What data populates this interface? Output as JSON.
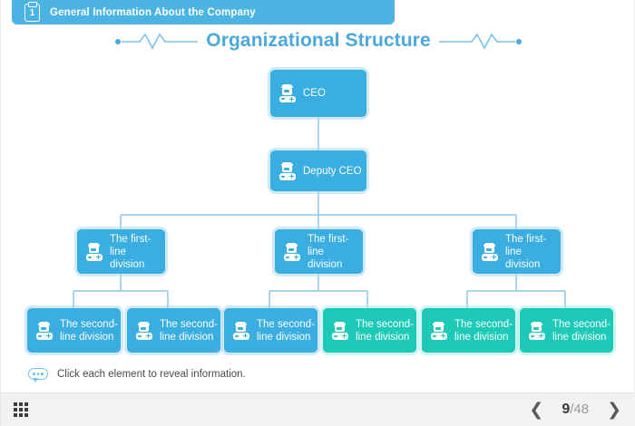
{
  "header": {
    "badge_number": "1",
    "badge_icon": "clipboard-icon",
    "title": "General Information About the Company",
    "color": "#4bb4e2"
  },
  "slide": {
    "title": "Organizational Structure",
    "title_color": "#4aa8dd"
  },
  "colors": {
    "blue": "#3aaee0",
    "teal": "#1dc9b7",
    "connector": "#8cc9e6",
    "bottom_bar": "#f2f2f2"
  },
  "org_chart": {
    "levels": [
      {
        "name": "ceo-level",
        "nodes": [
          {
            "id": "ceo",
            "label": "CEO",
            "color": "blue",
            "icon": "person-icon"
          }
        ]
      },
      {
        "name": "deputy-level",
        "nodes": [
          {
            "id": "deputy-ceo",
            "label": "Deputy CEO",
            "color": "blue",
            "icon": "person-icon"
          }
        ]
      },
      {
        "name": "first-line-level",
        "nodes": [
          {
            "id": "first-line-1",
            "label": "The first-line\ndivision",
            "color": "blue",
            "icon": "person-icon"
          },
          {
            "id": "first-line-2",
            "label": "The first-line\ndivision",
            "color": "blue",
            "icon": "person-icon"
          },
          {
            "id": "first-line-3",
            "label": "The first-line\ndivision",
            "color": "blue",
            "icon": "person-icon"
          }
        ]
      },
      {
        "name": "second-line-level",
        "nodes": [
          {
            "id": "second-line-1",
            "label": "The second-\nline division",
            "color": "blue",
            "icon": "person-icon"
          },
          {
            "id": "second-line-2",
            "label": "The second-\nline division",
            "color": "blue",
            "icon": "person-icon"
          },
          {
            "id": "second-line-3",
            "label": "The second-\nline division",
            "color": "blue",
            "icon": "person-icon"
          },
          {
            "id": "second-line-4",
            "label": "The second-\nline division",
            "color": "teal",
            "icon": "person-icon"
          },
          {
            "id": "second-line-5",
            "label": "The second-\nline division",
            "color": "teal",
            "icon": "person-icon"
          },
          {
            "id": "second-line-6",
            "label": "The second-\nline division",
            "color": "teal",
            "icon": "person-icon"
          }
        ]
      }
    ]
  },
  "hint": {
    "icon": "speech-bubble-icon",
    "text": "Click each element to reveal information."
  },
  "bottom_bar": {
    "menu_icon": "grid-menu-icon",
    "prev_icon": "chevron-left-icon",
    "next_icon": "chevron-right-icon",
    "current_page": "9",
    "total_pages": "/48"
  }
}
